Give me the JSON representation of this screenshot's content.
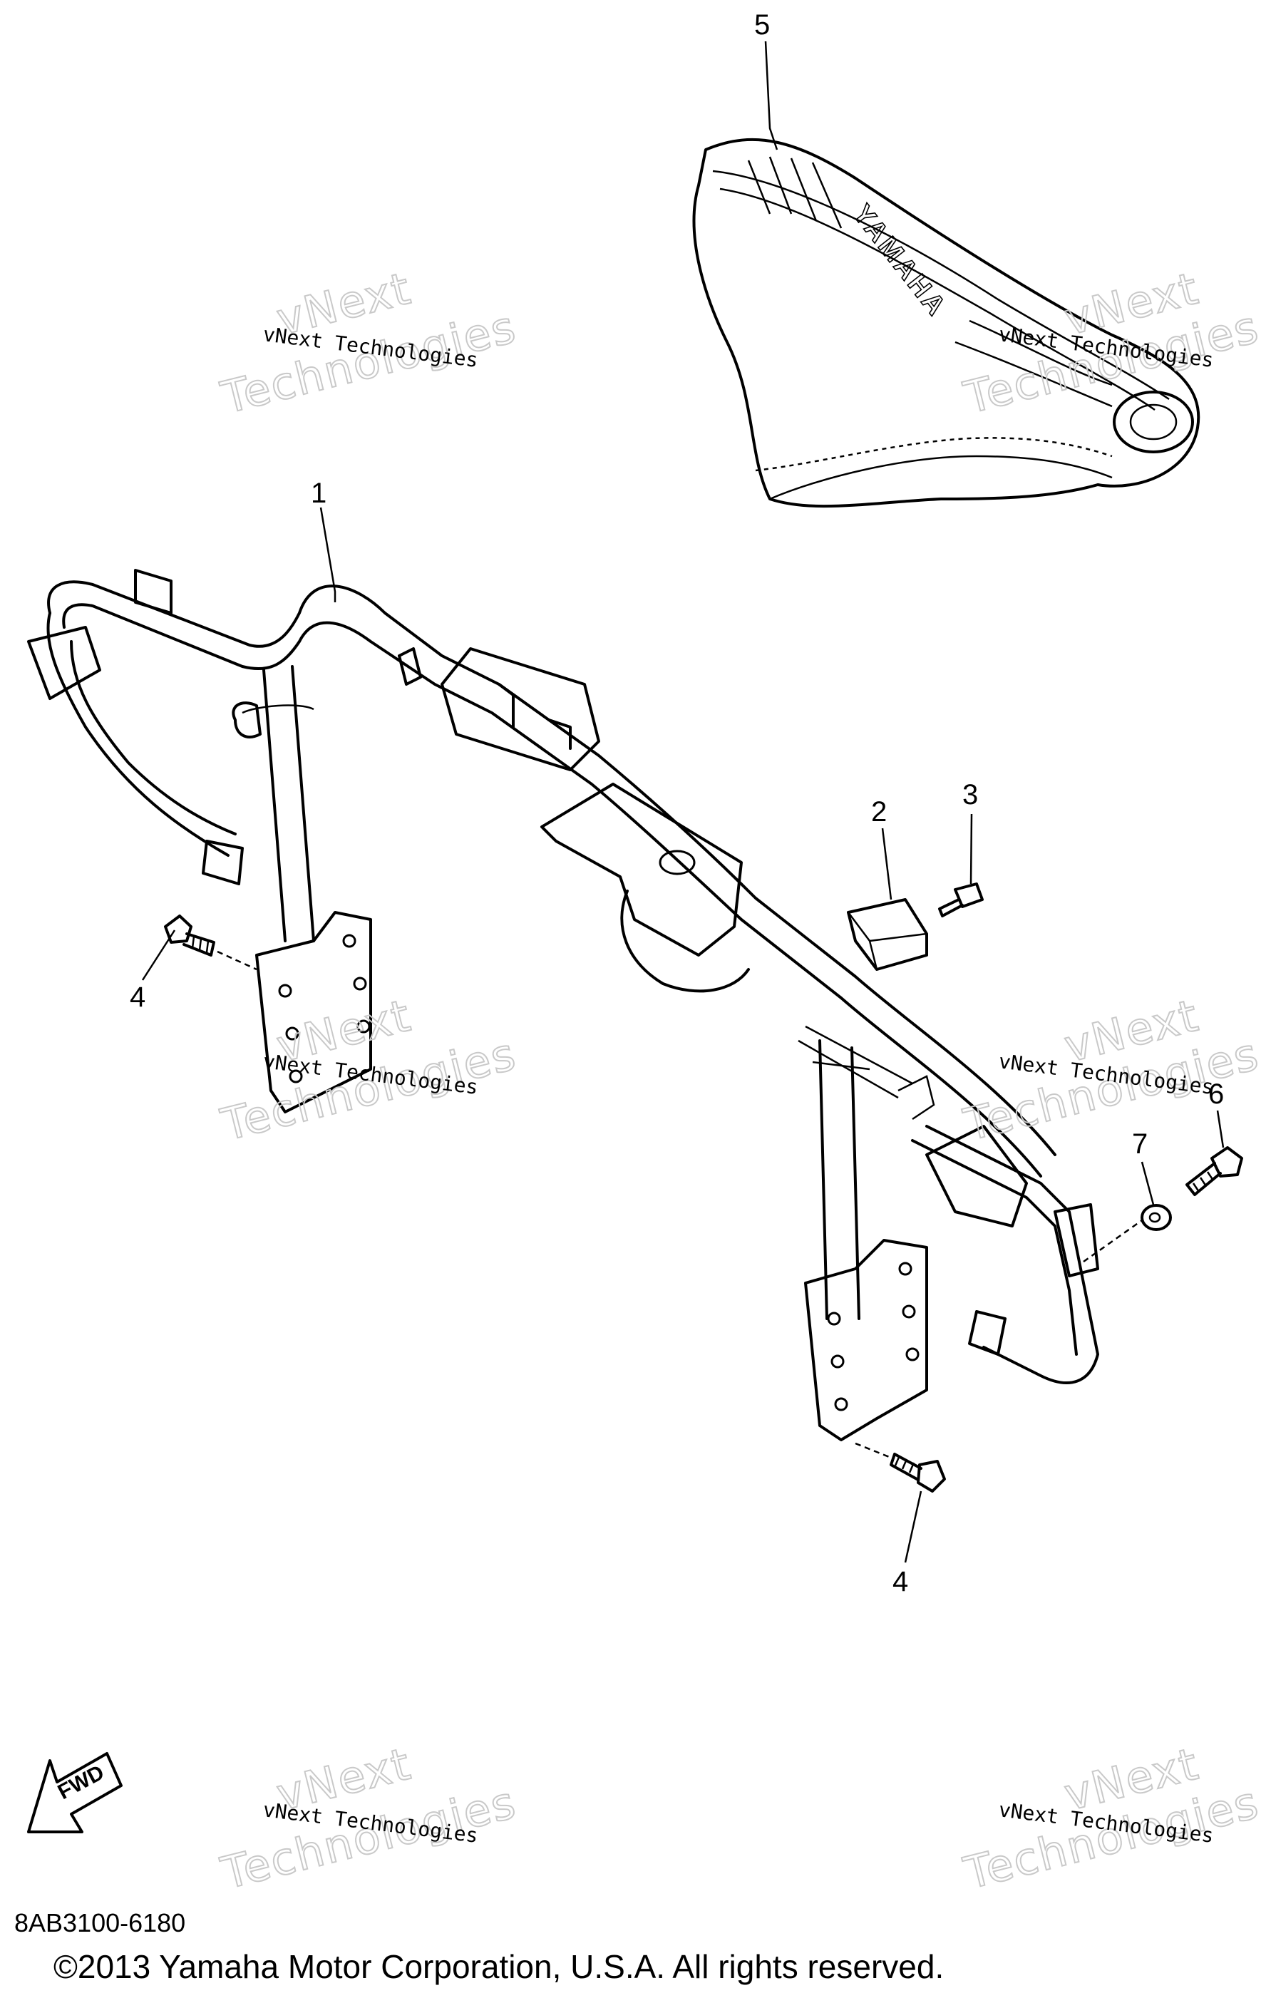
{
  "callouts": {
    "c1": "1",
    "c2": "2",
    "c3": "3",
    "c4a": "4",
    "c4b": "4",
    "c5": "5",
    "c6": "6",
    "c7": "7"
  },
  "seat_lettering": "YAMAHA",
  "watermark": {
    "small": "vNext Technologies",
    "big_line1": "vNext",
    "big_line2": "Technologies"
  },
  "fwd_label": "FWD",
  "diagram_code": "8AB3100-6180",
  "copyright": "©2013 Yamaha Motor Corporation, U.S.A. All rights reserved."
}
